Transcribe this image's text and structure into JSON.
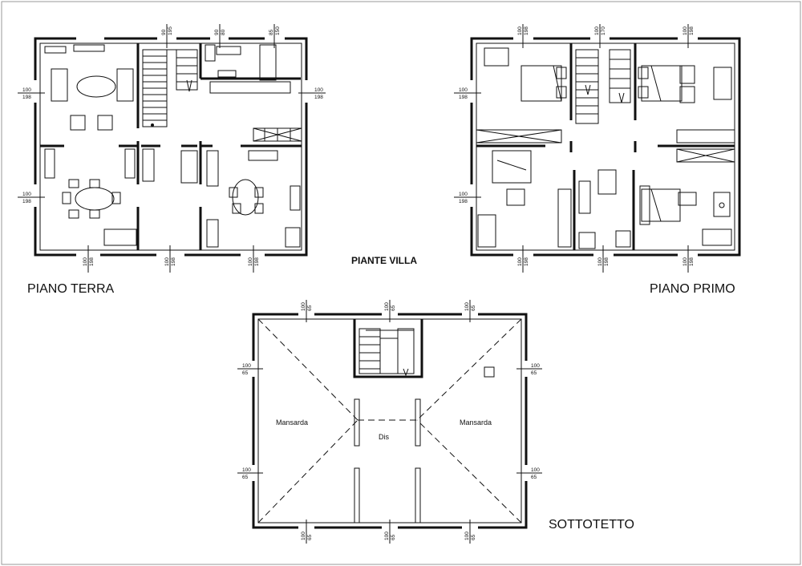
{
  "sheet_title": "PIANTE VILLA",
  "plans": {
    "terra": {
      "label": "PIANO TERRA"
    },
    "primo": {
      "label": "PIANO PRIMO"
    },
    "sottotetto": {
      "label": "SOTTOTETTO"
    }
  },
  "room_labels": {
    "mansarda_left": "Mansarda",
    "mansarda_right": "Mansarda",
    "dis": "Dis"
  },
  "dimension_labels": {
    "terra_top_1a": "90",
    "terra_top_1b": "195",
    "terra_top_2a": "90",
    "terra_top_2b": "80",
    "terra_top_3a": "85",
    "terra_top_3b": "150",
    "terra_left_1a": "100",
    "terra_left_1b": "198",
    "terra_left_2a": "100",
    "terra_left_2b": "198",
    "terra_right_1a": "100",
    "terra_right_1b": "198",
    "terra_bottom_1a": "100",
    "terra_bottom_1b": "198",
    "terra_bottom_2a": "100",
    "terra_bottom_2b": "198",
    "terra_bottom_3a": "100",
    "terra_bottom_3b": "198",
    "primo_top_1a": "100",
    "primo_top_1b": "198",
    "primo_top_2a": "100",
    "primo_top_2b": "170",
    "primo_top_3a": "100",
    "primo_top_3b": "198",
    "primo_left_1a": "100",
    "primo_left_1b": "198",
    "primo_left_2a": "100",
    "primo_left_2b": "198",
    "primo_bottom_1a": "100",
    "primo_bottom_1b": "198",
    "primo_bottom_2a": "100",
    "primo_bottom_2b": "198",
    "primo_bottom_3a": "100",
    "primo_bottom_3b": "198",
    "sotto_top_1a": "100",
    "sotto_top_1b": "65",
    "sotto_top_2a": "100",
    "sotto_top_2b": "65",
    "sotto_top_3a": "100",
    "sotto_top_3b": "65",
    "sotto_left_1a": "100",
    "sotto_left_1b": "65",
    "sotto_left_2a": "100",
    "sotto_left_2b": "65",
    "sotto_right_1a": "100",
    "sotto_right_1b": "65",
    "sotto_right_2a": "100",
    "sotto_right_2b": "65",
    "sotto_bottom_1a": "100",
    "sotto_bottom_1b": "65",
    "sotto_bottom_2a": "100",
    "sotto_bottom_2b": "65",
    "sotto_bottom_3a": "100",
    "sotto_bottom_3b": "65"
  },
  "colors": {
    "ink": "#111111",
    "frame": "#9a9a9a",
    "background": "#ffffff"
  }
}
